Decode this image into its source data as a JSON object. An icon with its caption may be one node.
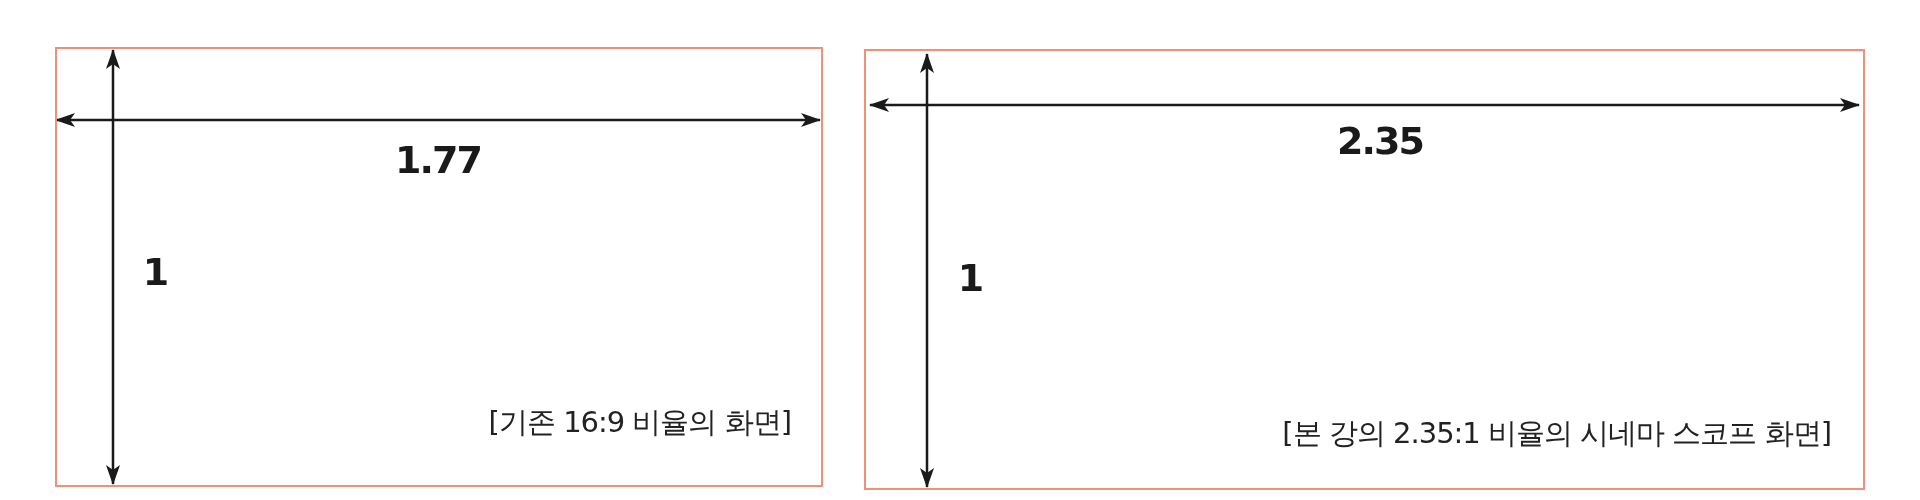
{
  "diagram": {
    "nodes": [
      {
        "text": [
          "[기존 16:9 비율의 화면]"
        ]
      },
      {
        "text": [
          "[본 강의 2.35:1 비율의 시네마 스코프 화면]"
        ]
      }
    ],
    "labels": [
      "1.77",
      "1",
      "2.35",
      "1"
    ]
  }
}
